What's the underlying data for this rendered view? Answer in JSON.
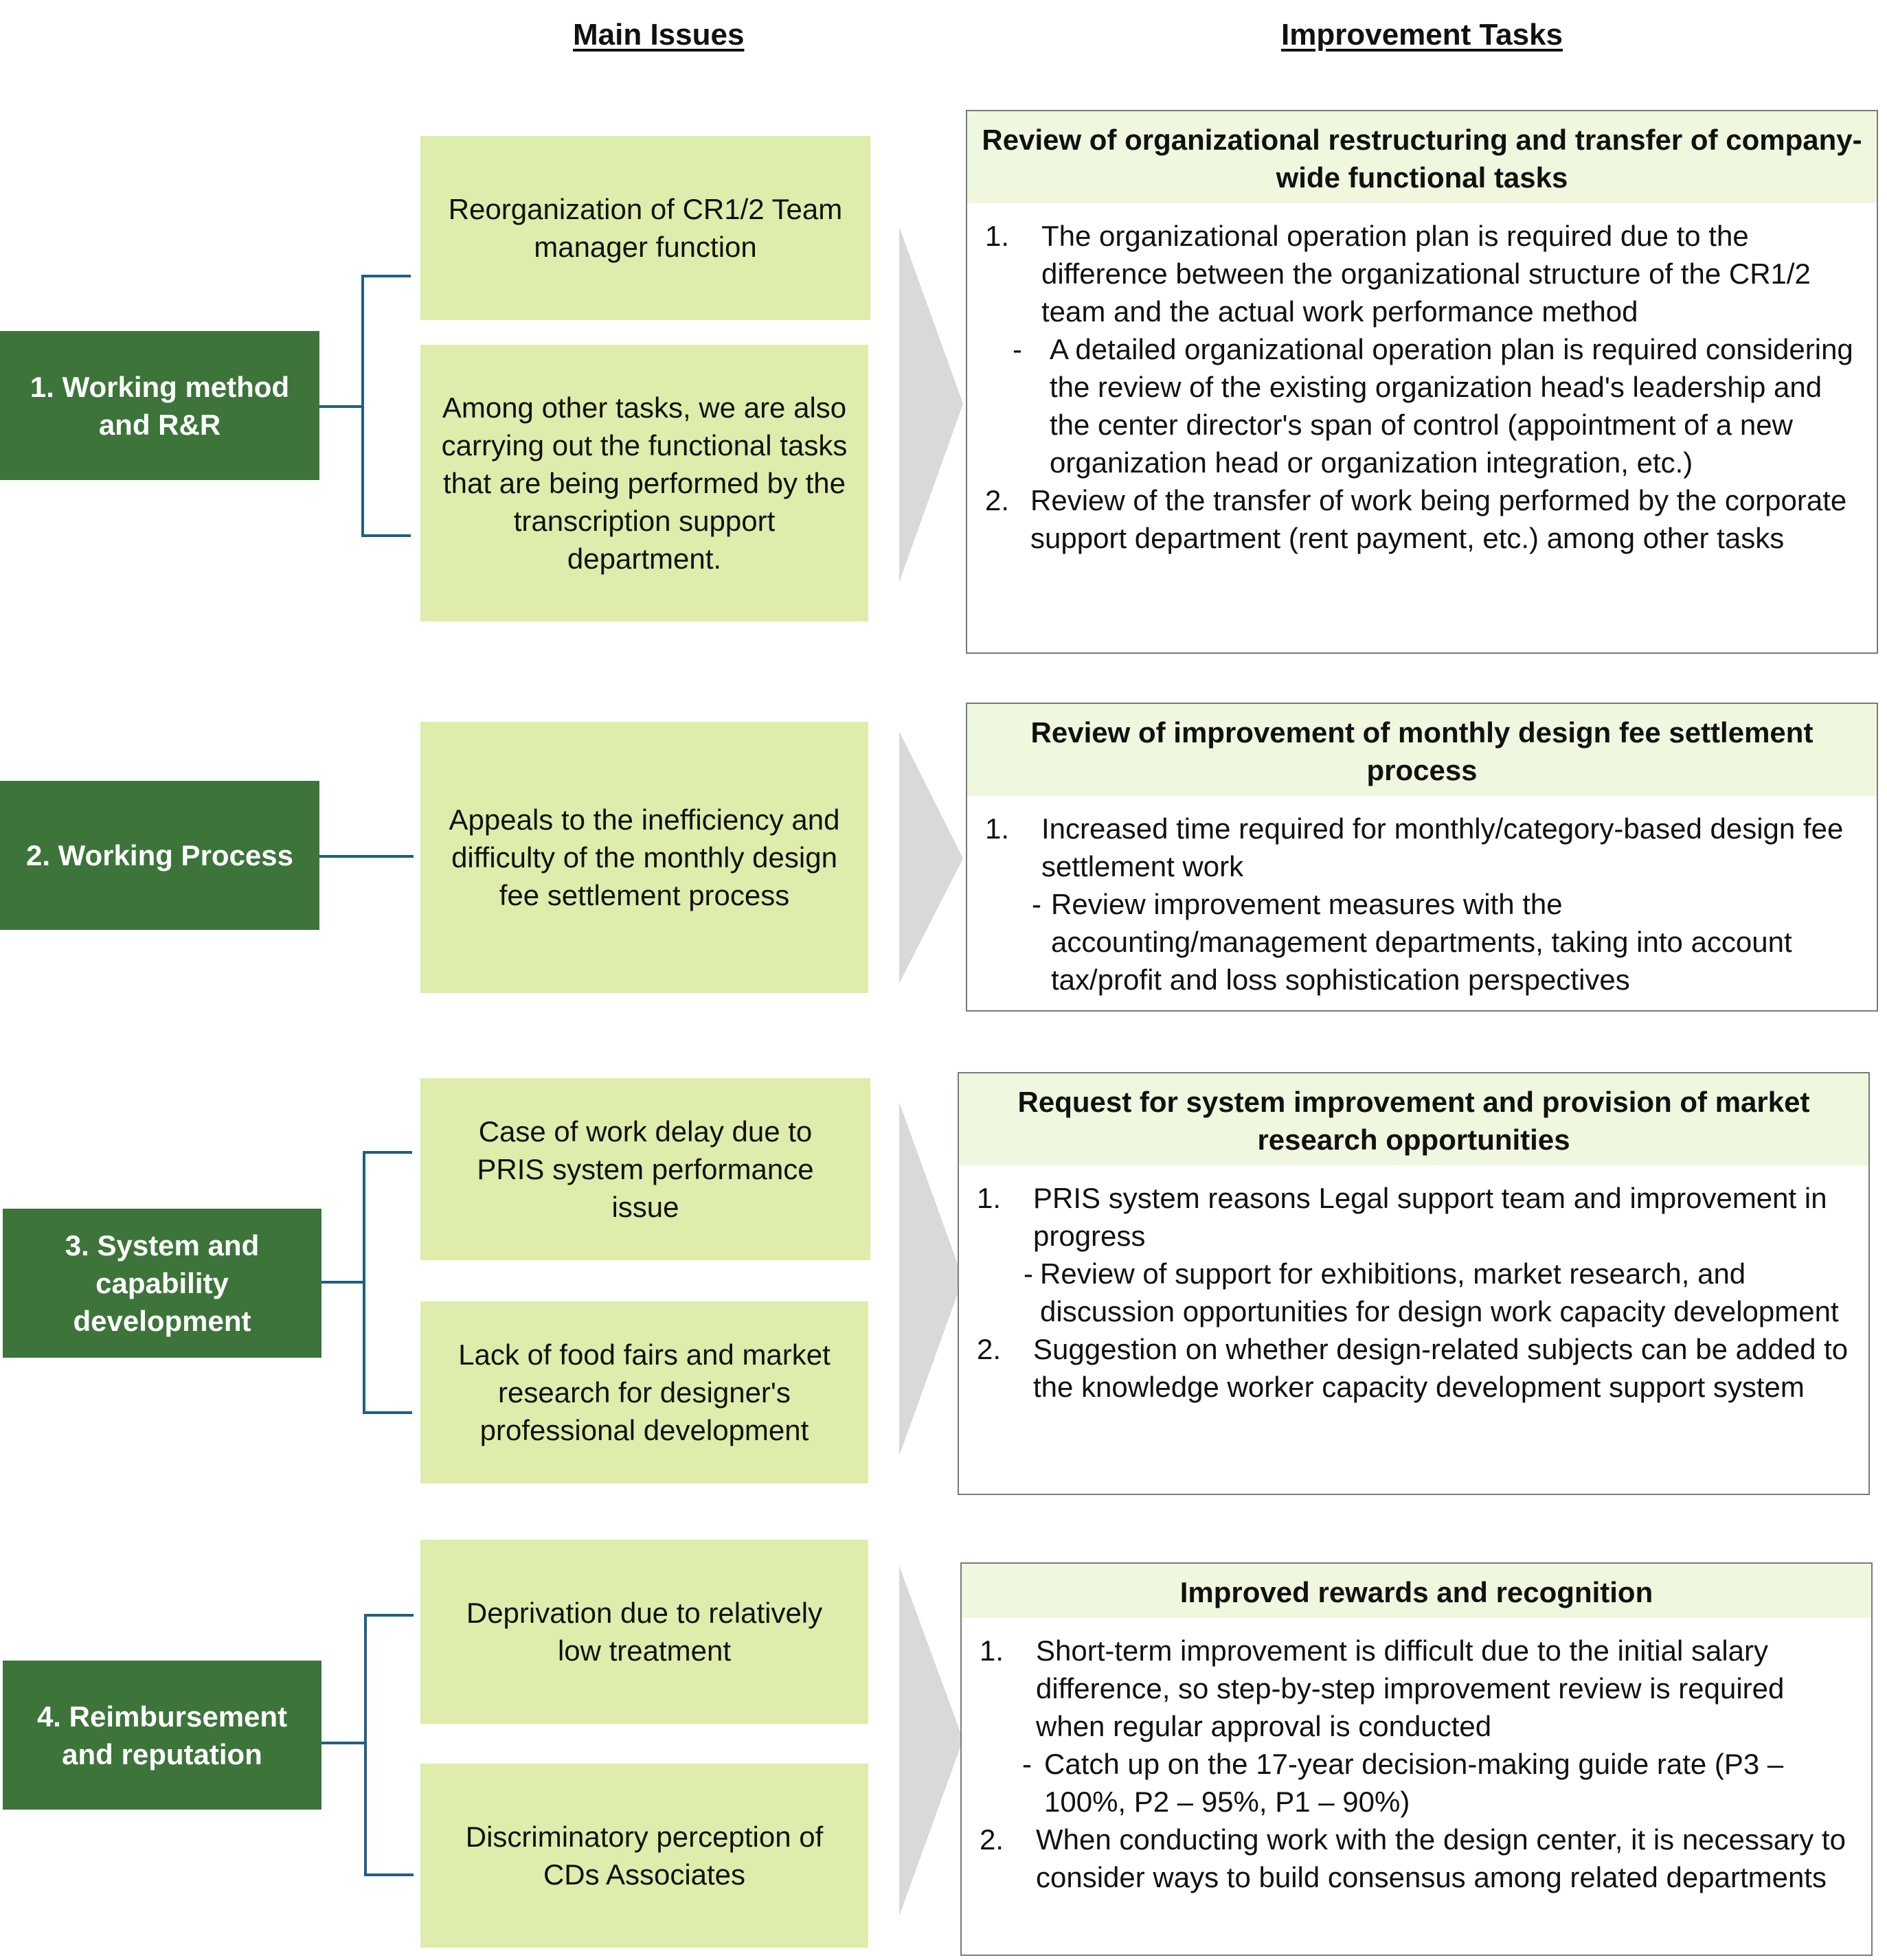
{
  "headers": {
    "main_issues": "Main Issues",
    "improvement_tasks": "Improvement Tasks"
  },
  "colors": {
    "category_fill": "#3c743a",
    "issue_fill": "#deedab",
    "task_title_fill": "#eff7de",
    "connector": "#1f5f86",
    "arrow": "#d9d9d9"
  },
  "groups": [
    {
      "category": "1. Working method and R&R",
      "issues": [
        "Reorganization of CR1/2 Team manager function",
        "Among other tasks, we are also carrying out the functional tasks that are being performed by the transcription support department."
      ],
      "task_title": "Review of organizational restructuring and transfer of company-wide functional tasks",
      "items": [
        {
          "num": "1.",
          "text": "The organizational operation plan is required due to the difference between the organizational structure of the CR1/2 team and the actual work performance method",
          "sub": [
            {
              "dash": "-",
              "text": "A detailed organizational operation plan is required considering the review of the existing organization head's leadership and the center director's span of control (appointment of a new organization head or organization integration, etc.)"
            }
          ]
        },
        {
          "num": "2.",
          "text": "Review of the transfer of work being performed by the corporate support department (rent payment, etc.) among other tasks",
          "sub": []
        }
      ]
    },
    {
      "category": "2.  Working Process",
      "issues": [
        "Appeals to the inefficiency and difficulty of the monthly design fee settlement process"
      ],
      "task_title": "Review of improvement of monthly design fee settlement process",
      "items": [
        {
          "num": "1.",
          "text": "Increased time required for monthly/category-based design fee settlement work",
          "sub": [
            {
              "dash": "-",
              "text": "Review improvement measures with the accounting/management departments, taking into account tax/profit and loss sophistication perspectives"
            }
          ]
        }
      ]
    },
    {
      "category": "3. System and capability development",
      "issues": [
        "Case of work delay due to PRIS system performance issue",
        "Lack of food fairs and market research for designer's professional development"
      ],
      "task_title": "Request for system improvement and provision of market research opportunities",
      "items": [
        {
          "num": "1.",
          "text": "PRIS system reasons Legal support team and improvement in progress",
          "sub": [
            {
              "dash": "-",
              "text": "Review of support for exhibitions, market research, and discussion opportunities for design work capacity development"
            }
          ]
        },
        {
          "num": "2.",
          "text": "Suggestion on whether design-related subjects can be added to the knowledge worker capacity development support system",
          "sub": []
        }
      ]
    },
    {
      "category": "4. Reimbursement and reputation",
      "issues": [
        "Deprivation due to relatively low treatment",
        "Discriminatory perception of CDs Associates"
      ],
      "task_title": "Improved rewards and recognition",
      "items": [
        {
          "num": "1.",
          "text": "Short-term improvement is difficult due to the initial salary difference, so step-by-step improvement review is required when regular approval is conducted",
          "sub": [
            {
              "dash": "-",
              "text": "Catch up on the 17-year decision-making guide rate (P3 – 100%, P2 – 95%, P1 – 90%)"
            }
          ]
        },
        {
          "num": "2.",
          "text": "When conducting work with the design center, it is necessary to consider ways to build consensus among related departments",
          "sub": []
        }
      ]
    }
  ]
}
